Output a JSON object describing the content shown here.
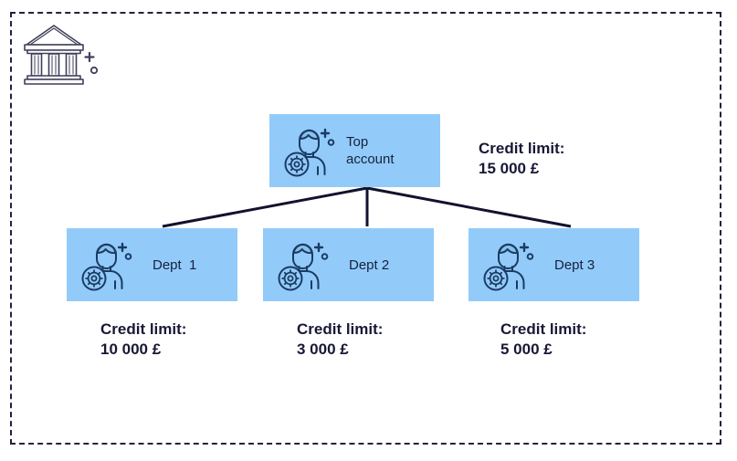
{
  "diagram": {
    "title_icon": "bank-icon",
    "frame_style": "dashed",
    "accent_box_color": "#92cbfa",
    "text_color": "#181836",
    "line_color": "#12122e"
  },
  "nodes": {
    "top": {
      "label": "Top\naccount",
      "icon": "user-gear-icon",
      "credit_caption": "Credit limit:",
      "credit_amount": "15 000 £"
    },
    "dept1": {
      "label": "Dept  1",
      "icon": "user-gear-icon",
      "credit_caption": "Credit limit:",
      "credit_amount": "10 000 £"
    },
    "dept2": {
      "label": "Dept 2",
      "icon": "user-gear-icon",
      "credit_caption": "Credit limit:",
      "credit_amount": "3 000 £"
    },
    "dept3": {
      "label": "Dept 3",
      "icon": "user-gear-icon",
      "credit_caption": "Credit limit:",
      "credit_amount": "5 000 £"
    }
  }
}
